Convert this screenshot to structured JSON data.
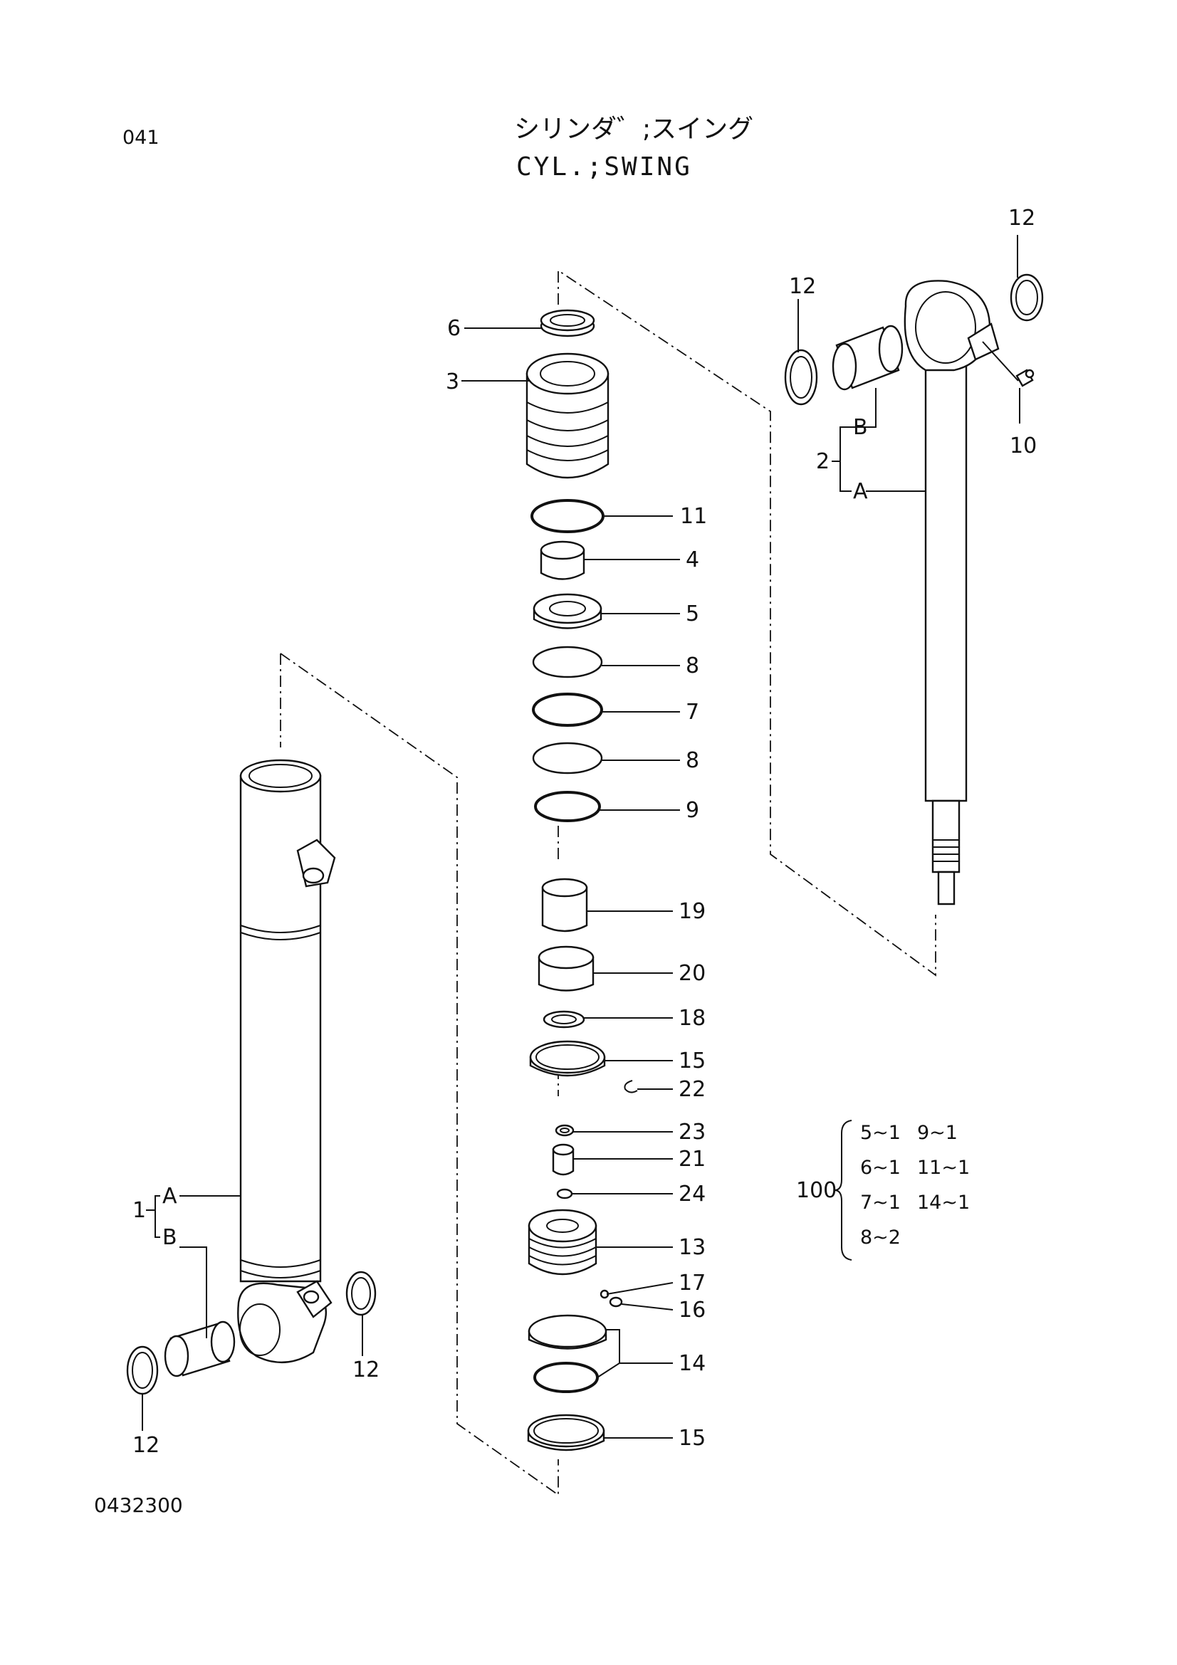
{
  "page_code": "041",
  "title_jp": "シリンダ゛;スイング",
  "title_en": "CYL.;SWING",
  "drawing_number": "0432300",
  "callouts": {
    "c6": "6",
    "c3": "3",
    "c11": "11",
    "c4": "4",
    "c5": "5",
    "c8a": "8",
    "c7": "7",
    "c8b": "8",
    "c9": "9",
    "c19": "19",
    "c20": "20",
    "c18": "18",
    "c15a": "15",
    "c22": "22",
    "c23": "23",
    "c21": "21",
    "c24": "24",
    "c13": "13",
    "c17": "17",
    "c16": "16",
    "c14": "14",
    "c15b": "15",
    "rod_top_12": "12",
    "rod_left_12": "12",
    "rod_10": "10",
    "rod_2": "2",
    "rod_B": "B",
    "rod_A": "A",
    "tube_1": "1",
    "tube_A": "A",
    "tube_B": "B",
    "tube_right_12": "12",
    "tube_bottom_12": "12"
  },
  "seal_kit": {
    "number": "100",
    "col1": [
      "5~1",
      "6~1",
      "7~1",
      "8~2"
    ],
    "col2": [
      "9~1",
      "11~1",
      "14~1"
    ]
  }
}
